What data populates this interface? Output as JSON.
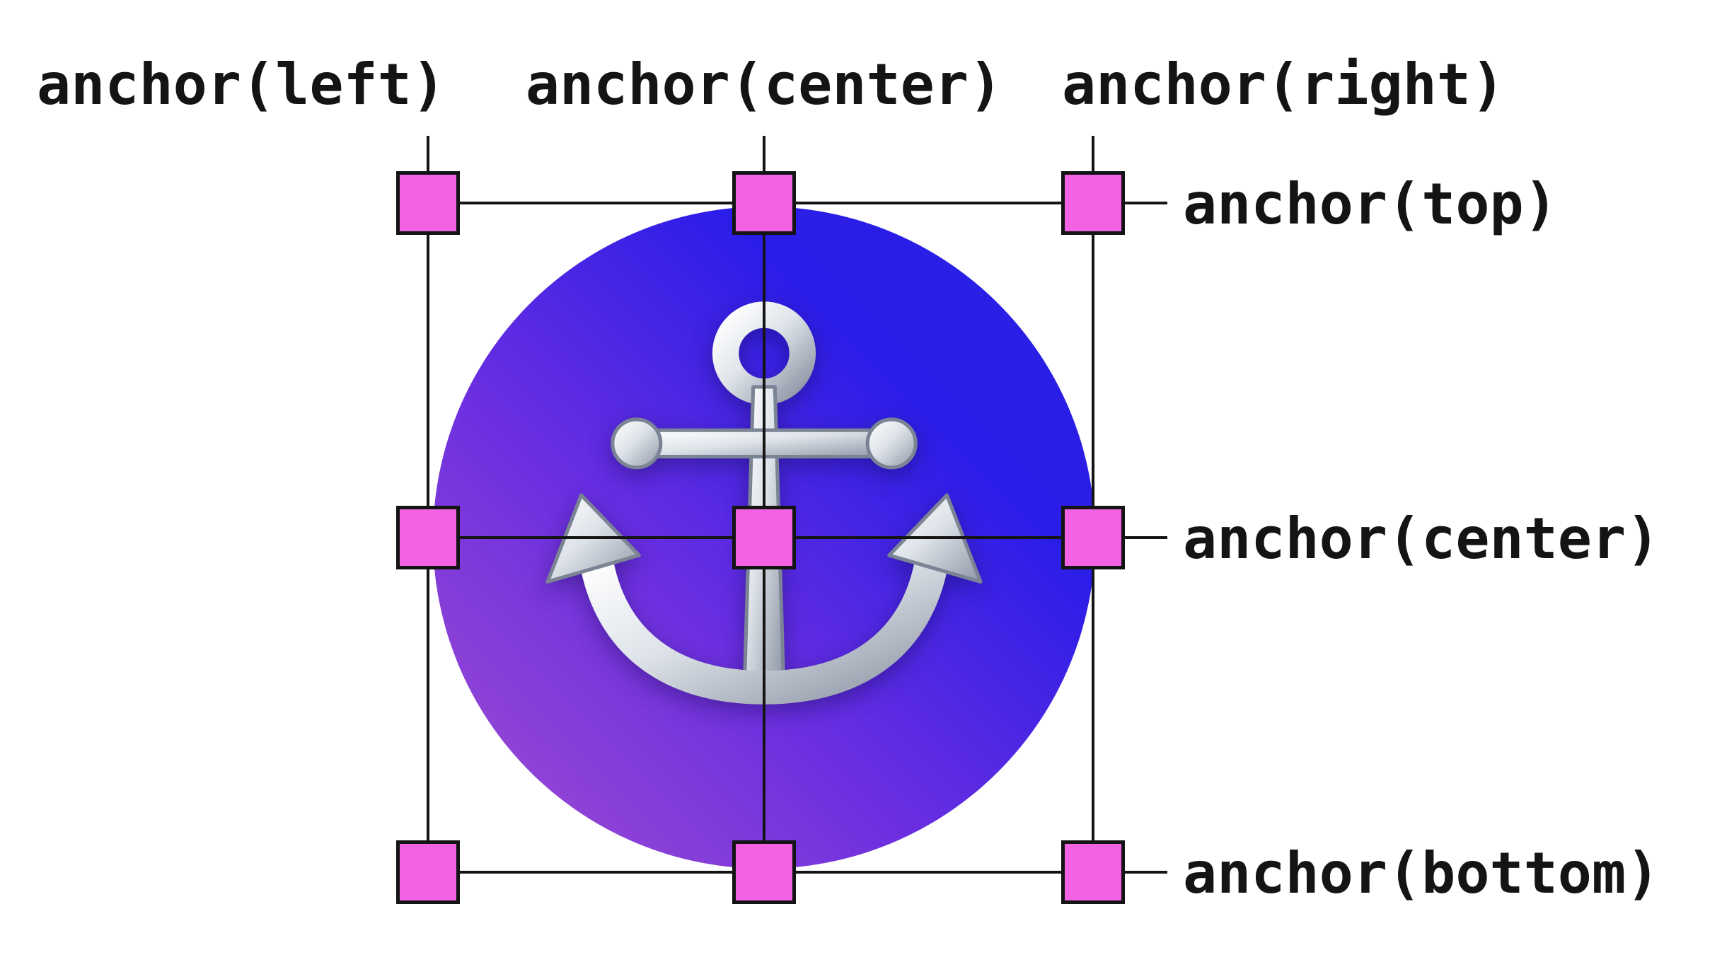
{
  "figure": {
    "top_labels": [
      {
        "text": "anchor(left)"
      },
      {
        "text": "anchor(center)"
      },
      {
        "text": "anchor(right)"
      }
    ],
    "side_labels": [
      {
        "text": "anchor(top)"
      },
      {
        "text": "anchor(center)"
      },
      {
        "text": "anchor(bottom)"
      }
    ],
    "anchor_element": {
      "icon": "anchor-icon",
      "shape": "circle",
      "gradient_start": "#a44fd0",
      "gradient_end": "#2a1de8"
    },
    "handles": {
      "count": 9,
      "fill": "#f163e2",
      "border": "#141414"
    },
    "colors": {
      "background": "#ffffff",
      "line": "#141414",
      "text": "#141414"
    }
  }
}
